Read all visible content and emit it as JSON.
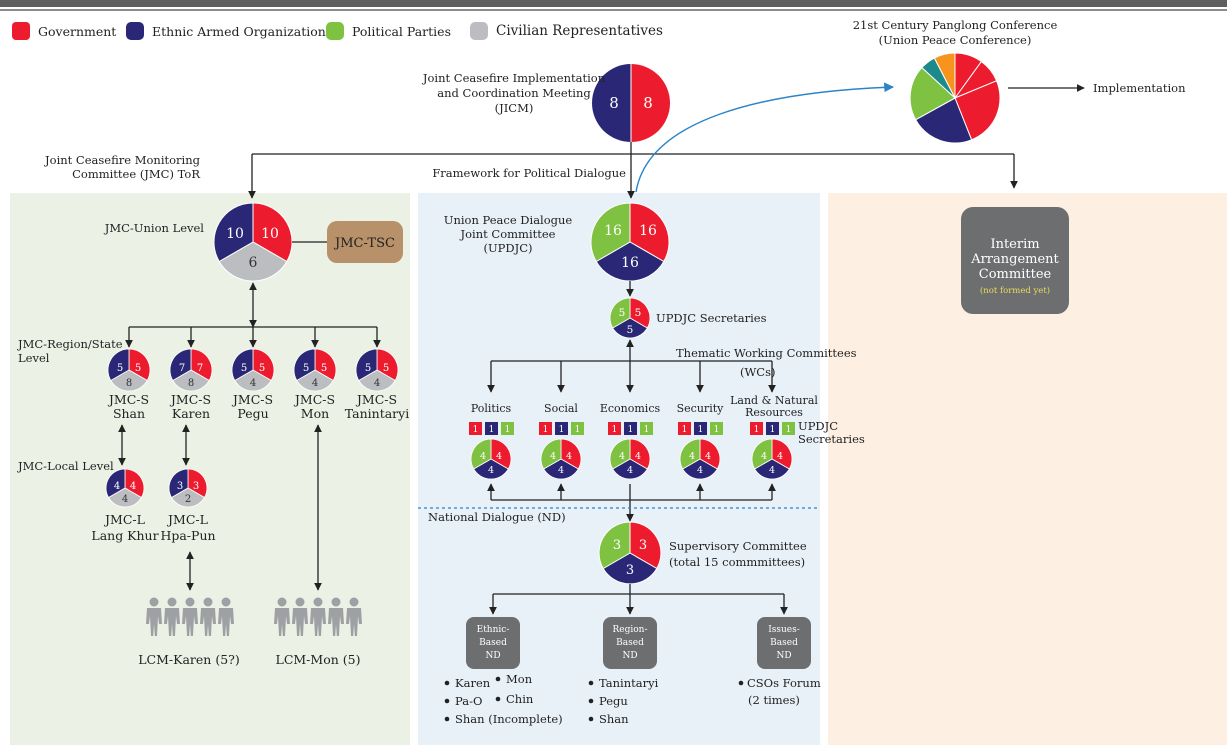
{
  "colors": {
    "government": "#ec1c2e",
    "ethnic": "#2a2876",
    "political": "#7fc241",
    "civilian": "#bcbdc0",
    "teal": "#1c8a8a",
    "orange": "#f7941d",
    "green_panel": "#ebf2e5",
    "blue_panel": "#e8f0f8",
    "peach_panel": "#fdefe1",
    "tsc": "#b8916a",
    "dark_box": "#6d6e70",
    "blue_arrow": "#2b84c7"
  },
  "legend": [
    {
      "label": "Government",
      "color": "#ec1c2e"
    },
    {
      "label": "Ethnic Armed Organizations",
      "color": "#2a2876"
    },
    {
      "label": "Political Parties",
      "color": "#7fc241"
    },
    {
      "label": "Civilian Representatives",
      "color": "#bcbdc0"
    }
  ],
  "labels": {
    "panglong_line1": "21st Century Panglong Conference",
    "panglong_line2": "(Union Peace Conference)",
    "implementation": "Implementation",
    "jicm_line1": "Joint Ceasefire Implementation",
    "jicm_line2": "and Coordination Meeting",
    "jicm_line3": "(JICM)",
    "jmc_tor_line1": "Joint Ceasefire Monitoring",
    "jmc_tor_line2": "Committee (JMC) ToR",
    "framework": "Framework for Political Dialogue",
    "jmc_union": "JMC-Union Level",
    "jmc_tsc": "JMC-TSC",
    "upd_line1": "Union Peace Dialogue",
    "upd_line2": "Joint Committee",
    "upd_line3": "(UPDJC)",
    "updjc_secretaries": "UPDJC Secretaries",
    "twc_line1": "Thematic Working Committees",
    "twc_line2": "(WCs)",
    "jmc_region_line1": "JMC-Region/State",
    "jmc_region_line2": "Level",
    "jmc_local": "JMC-Local Level",
    "updjc_sec2_line1": "UPDJC",
    "updjc_sec2_line2": "Secretaries",
    "national_dialogue": "National Dialogue (ND)",
    "supervisory_line1": "Supervisory Committee",
    "supervisory_line2": "(total 15 commmittees)",
    "interim_line1": "Interim",
    "interim_line2": "Arrangement",
    "interim_line3": "Committee",
    "interim_note": "(not formed yet)",
    "lcm_karen": "LCM-Karen (5?)",
    "lcm_mon": "LCM-Mon (5)"
  },
  "pies": {
    "jicm": {
      "ethnic": "8",
      "government": "8"
    },
    "jmc_union": {
      "ethnic": "10",
      "government": "10",
      "civilian": "6"
    },
    "updjc": {
      "political": "16",
      "government": "16",
      "ethnic": "16"
    },
    "updjc_sec": {
      "political": "5",
      "government": "5",
      "ethnic": "5"
    },
    "supervisory": {
      "political": "3",
      "government": "3",
      "ethnic": "3"
    }
  },
  "jmc_states": [
    {
      "line1": "JMC-S",
      "line2": "Shan",
      "ethnic": "5",
      "government": "5",
      "civilian": "8"
    },
    {
      "line1": "JMC-S",
      "line2": "Karen",
      "ethnic": "7",
      "government": "7",
      "civilian": "8"
    },
    {
      "line1": "JMC-S",
      "line2": "Pegu",
      "ethnic": "5",
      "government": "5",
      "civilian": "4"
    },
    {
      "line1": "JMC-S",
      "line2": "Mon",
      "ethnic": "5",
      "government": "5",
      "civilian": "4"
    },
    {
      "line1": "JMC-S",
      "line2": "Tanintaryi",
      "ethnic": "5",
      "government": "5",
      "civilian": "4"
    }
  ],
  "jmc_locals": [
    {
      "line1": "JMC-L",
      "line2": "Lang Khur",
      "ethnic": "4",
      "government": "4",
      "civilian": "4"
    },
    {
      "line1": "JMC-L",
      "line2": "Hpa-Pun",
      "ethnic": "3",
      "government": "3",
      "civilian": "2"
    }
  ],
  "working_committees": [
    {
      "name": "Politics",
      "box": [
        "1",
        "1",
        "1"
      ],
      "pie": [
        "4",
        "4",
        "4"
      ]
    },
    {
      "name": "Social",
      "box": [
        "1",
        "1",
        "1"
      ],
      "pie": [
        "4",
        "4",
        "4"
      ]
    },
    {
      "name": "Economics",
      "box": [
        "1",
        "1",
        "1"
      ],
      "pie": [
        "4",
        "4",
        "4"
      ]
    },
    {
      "name": "Security",
      "box": [
        "1",
        "1",
        "1"
      ],
      "pie": [
        "4",
        "4",
        "4"
      ]
    },
    {
      "name": "Land & Natural Resources",
      "box": [
        "1",
        "1",
        "1"
      ],
      "pie": [
        "4",
        "4",
        "4"
      ]
    }
  ],
  "nd_boxes": [
    {
      "line1": "Ethnic-",
      "line2": "Based",
      "line3": "ND"
    },
    {
      "line1": "Region-",
      "line2": "Based",
      "line3": "ND"
    },
    {
      "line1": "Issues-",
      "line2": "Based",
      "line3": "ND"
    }
  ],
  "nd_lists": {
    "ethnic_col1": [
      "Karen",
      "Pa-O",
      "Shan (Incomplete)"
    ],
    "ethnic_col2": [
      "Mon",
      "Chin"
    ],
    "region": [
      "Tanintaryi",
      "Pegu",
      "Shan"
    ],
    "issues_item": "CSOs Forum",
    "issues_note": "(2 times)"
  }
}
